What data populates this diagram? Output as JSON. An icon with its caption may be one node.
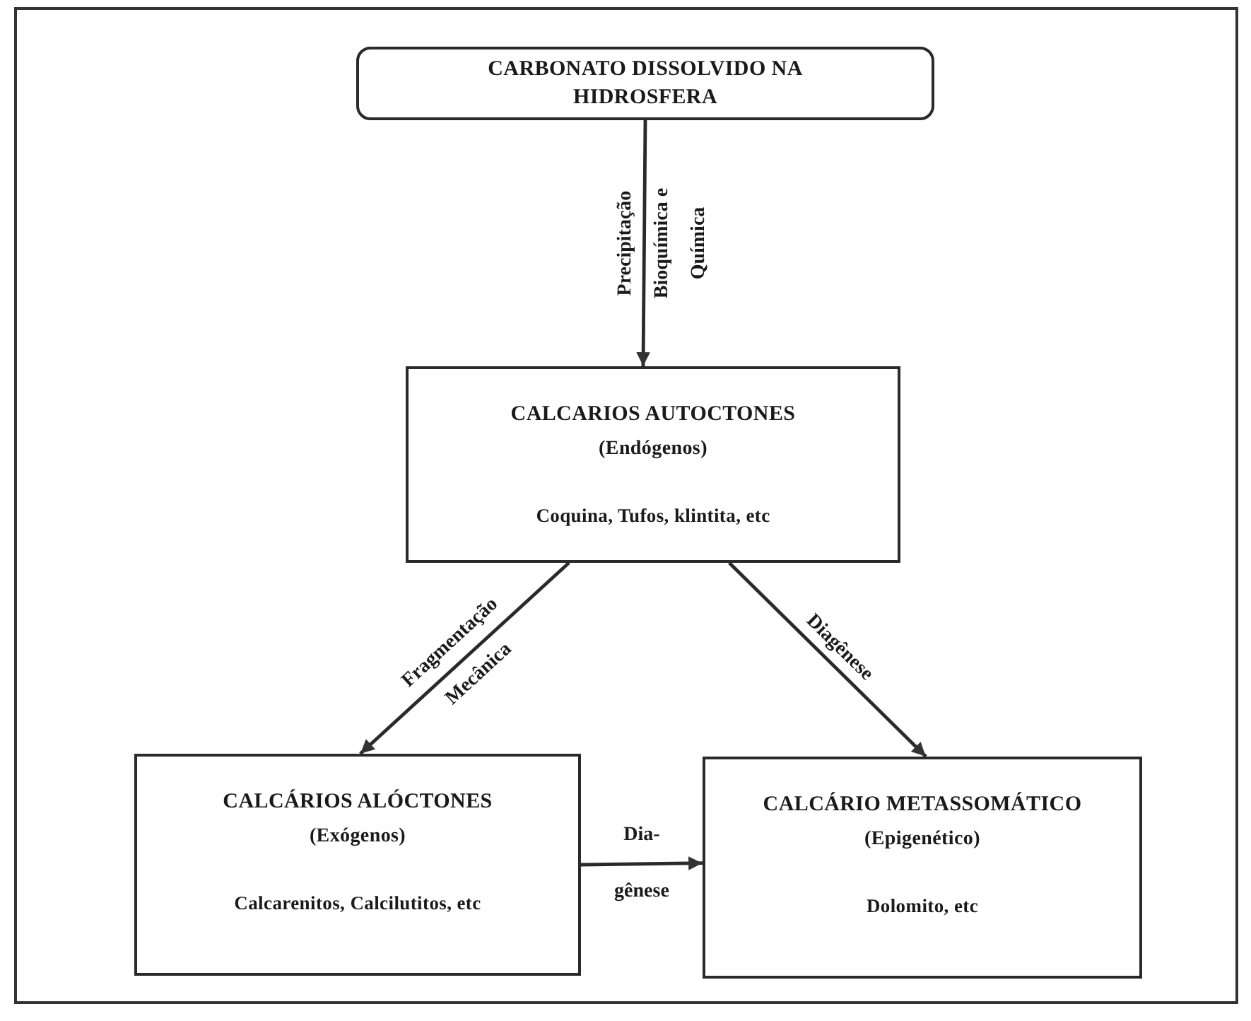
{
  "diagram": {
    "nodes": [
      {
        "text": [
          "CARBONATO DISSOLVIDO NA HIDROSFERA"
        ]
      },
      {
        "text": [
          "CALCARIOS AUTOCTONES",
          "(Endógenos)",
          "Coquina, Tufos, klintita, etc"
        ]
      },
      {
        "text": [
          "CALCÁRIOS ALÓCTONES",
          "(Exógenos)",
          "Calcarenitos, Calcilutitos, etc"
        ]
      },
      {
        "text": [
          "CALCÁRIO METASSOMÁTICO",
          "(Epigenético)",
          "Dolomito, etc"
        ]
      }
    ],
    "edges": [
      {
        "from": 0,
        "to": 1,
        "arrow": "to",
        "label": "Precipitação Bioquímica e Química"
      },
      {
        "from": 1,
        "to": 2,
        "arrow": "to",
        "label": "Fragmentação Mecânica"
      },
      {
        "from": 1,
        "to": 3,
        "arrow": "to",
        "label": "Diagênese"
      },
      {
        "from": 2,
        "to": 3,
        "arrow": "to",
        "label": "Dia- gênese"
      }
    ]
  }
}
